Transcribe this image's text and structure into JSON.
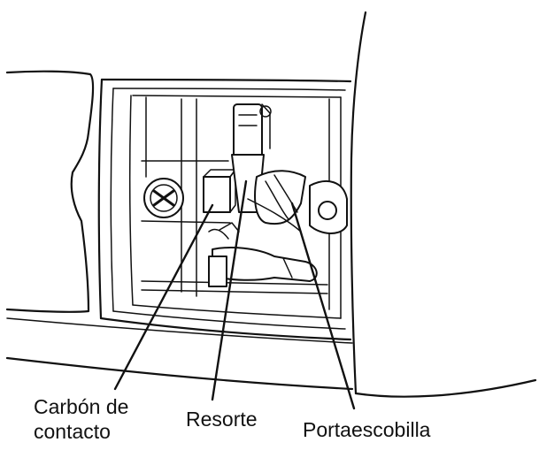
{
  "labels": {
    "carbon_line1": "Carbón de",
    "carbon_line2": "contacto",
    "resorte": "Resorte",
    "portaescobilla": "Portaescobilla"
  }
}
